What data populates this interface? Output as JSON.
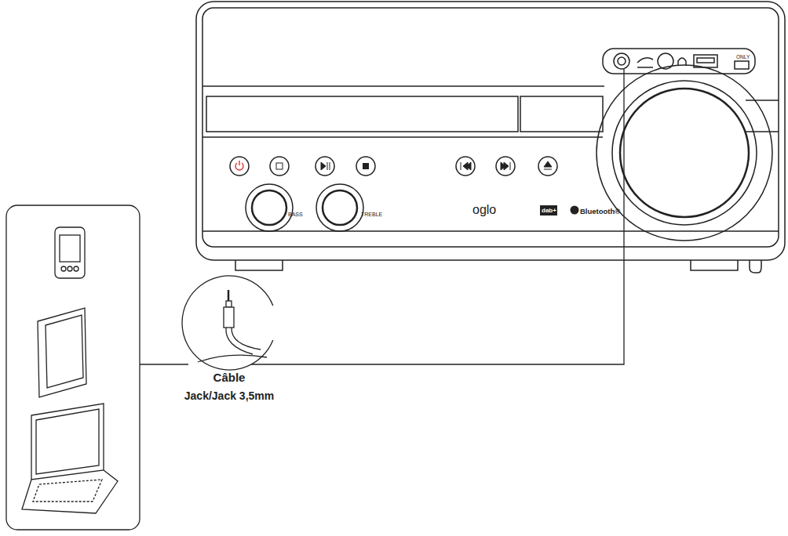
{
  "diagram": {
    "nodes": [
      {
        "text": [
          "Câble",
          "Jack/Jack 3,5mm"
        ]
      },
      {
        "text": [
          "BASS",
          "TREBLE",
          "oglo",
          "dab+",
          "Bluetooth®",
          "ONLY"
        ]
      }
    ],
    "edges": [
      {
        "from": 0,
        "to": 1,
        "arrow": "none"
      }
    ]
  }
}
